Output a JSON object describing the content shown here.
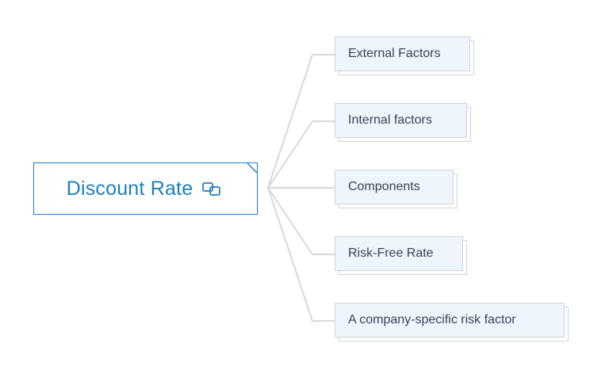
{
  "root": {
    "label": "Discount Rate",
    "icon": "link-icon"
  },
  "branches": [
    {
      "label": "External Factors"
    },
    {
      "label": "Internal factors"
    },
    {
      "label": "Components"
    },
    {
      "label": "Risk-Free Rate"
    },
    {
      "label": "A company-specific risk factor"
    }
  ],
  "colors": {
    "root_border": "#1d7fbf",
    "branch_fill": "#eef5fc",
    "branch_border": "#d0d4d9",
    "connector": "#d8d8d8"
  }
}
